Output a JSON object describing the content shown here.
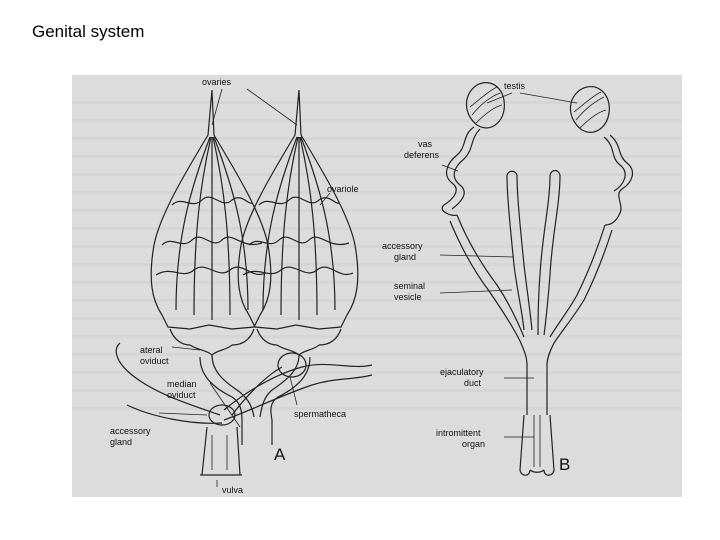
{
  "slide": {
    "title": "Genital system"
  },
  "figure_a": {
    "panel_letter": "A",
    "labels": {
      "ovaries": "ovaries",
      "ovariole": "ovariole",
      "lateral_oviduct_1": "ateral",
      "lateral_oviduct_2": "oviduct",
      "median_oviduct_1": "median",
      "median_oviduct_2": "oviduct",
      "accessory_gland_1": "accessory",
      "accessory_gland_2": "gland",
      "spermatheca": "spermatheca",
      "vulva": "vulva"
    }
  },
  "figure_b": {
    "panel_letter": "B",
    "labels": {
      "testis": "testis",
      "vas_deferens_1": "vas",
      "vas_deferens_2": "deferens",
      "accessory_gland_1": "accessory",
      "accessory_gland_2": "gland",
      "seminal_vesicle_1": "seminal",
      "seminal_vesicle_2": "vesicle",
      "ejaculatory_duct_1": "ejaculatory",
      "ejaculatory_duct_2": "duct",
      "intromittent_organ_1": "intromittent",
      "intromittent_organ_2": "organ"
    }
  }
}
